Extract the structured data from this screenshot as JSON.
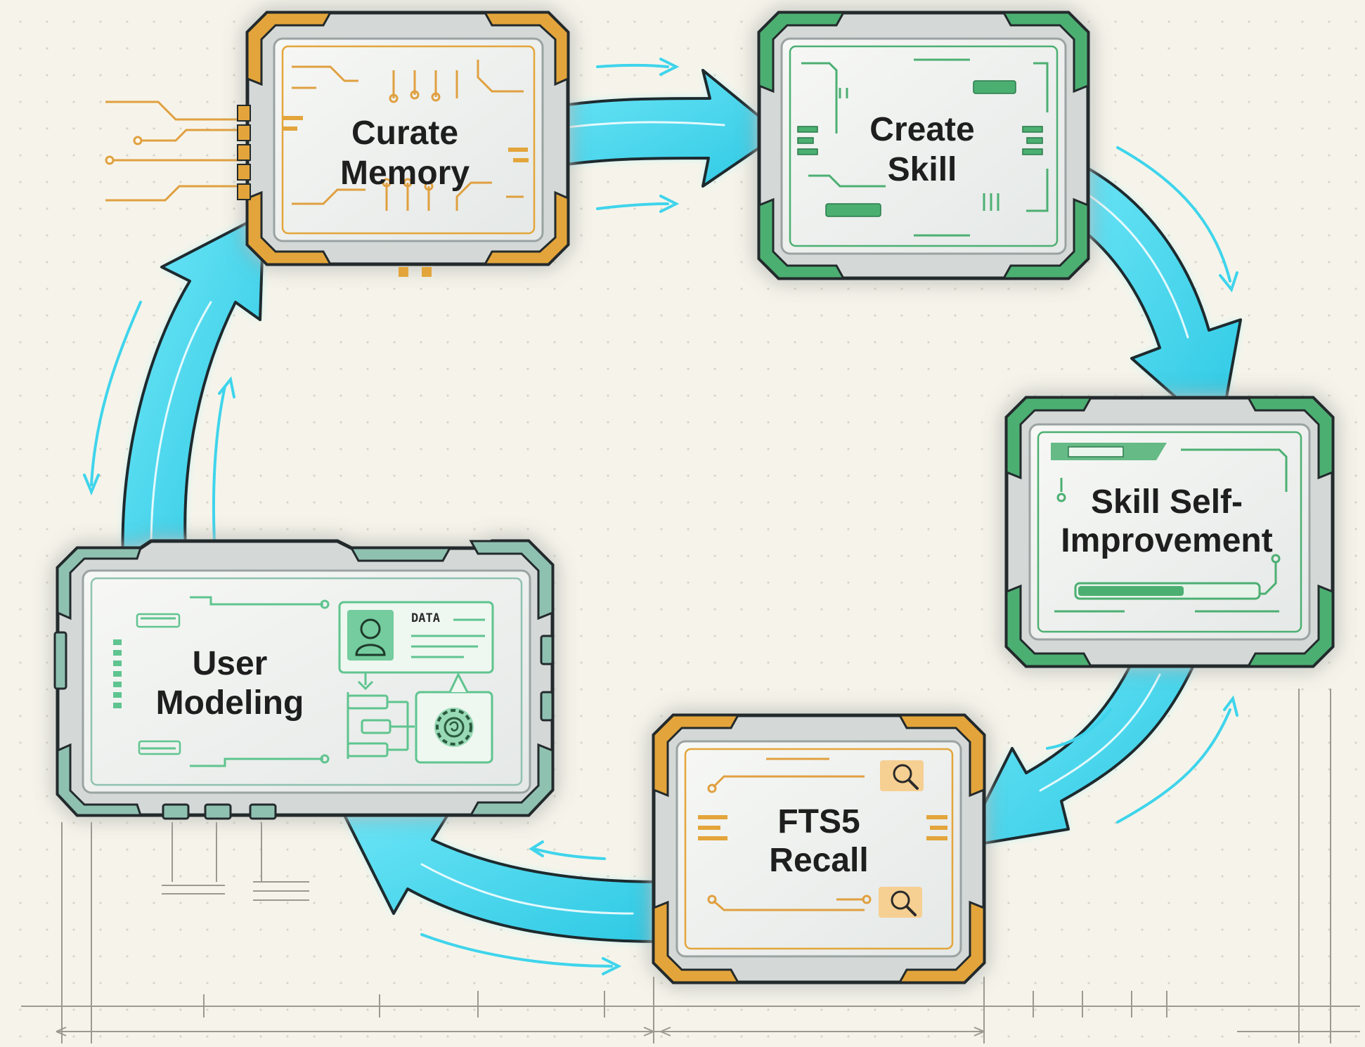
{
  "nodes": {
    "curate_memory": {
      "line1": "Curate",
      "line2": "Memory",
      "theme": "orange"
    },
    "create_skill": {
      "line1": "Create",
      "line2": "Skill",
      "theme": "green"
    },
    "skill_self_improvement": {
      "line1": "Skill Self-",
      "line2": "Improvement",
      "theme": "green"
    },
    "fts5_recall": {
      "line1": "FTS5",
      "line2": "Recall",
      "theme": "orange"
    },
    "user_modeling": {
      "line1": "User",
      "line2": "Modeling",
      "theme": "teal"
    }
  },
  "user_modeling_panel": {
    "data_label": "DATA"
  },
  "icons": [
    "search-icon",
    "user-icon",
    "brain-gear-icon"
  ],
  "colors": {
    "background": "#f6f4ea",
    "arrow": "#3fd4ec",
    "arrow_glow": "#8ef0ff",
    "orange_frame": "#e3a53b",
    "green_frame": "#4caf72",
    "teal_frame": "#7fb8a8",
    "panel": "#eef1ef"
  }
}
